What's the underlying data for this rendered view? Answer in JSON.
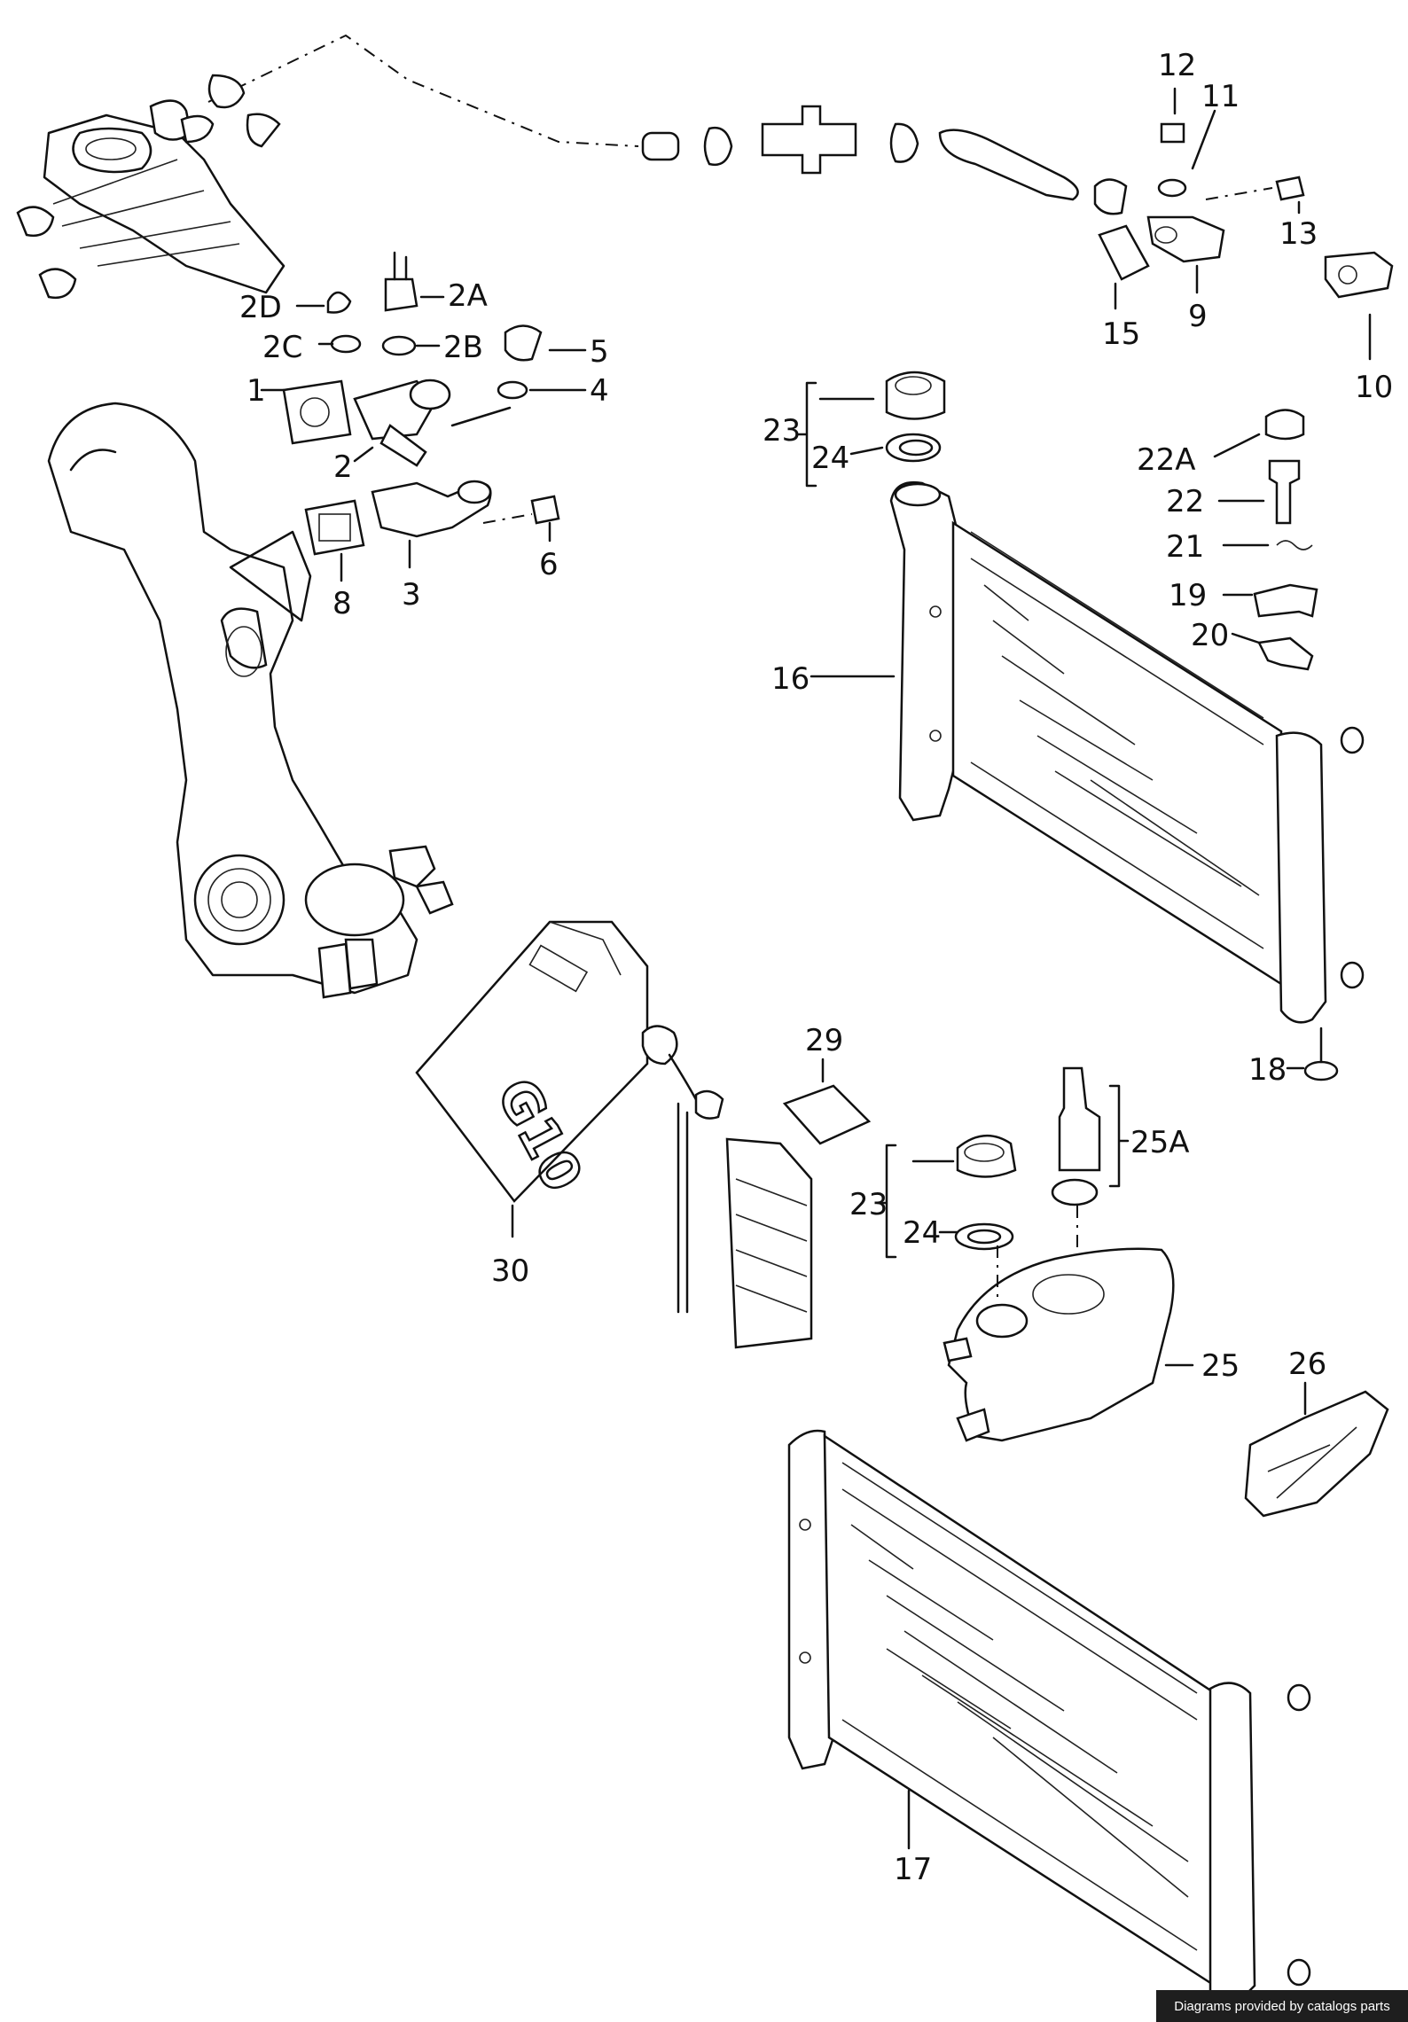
{
  "callouts": {
    "c1": "1",
    "c2": "2",
    "c2a": "2A",
    "c2b": "2B",
    "c2c": "2C",
    "c2d": "2D",
    "c3": "3",
    "c4": "4",
    "c5": "5",
    "c6": "6",
    "c8": "8",
    "c9": "9",
    "c10": "10",
    "c11": "11",
    "c12": "12",
    "c13": "13",
    "c15": "15",
    "c16": "16",
    "c17": "17",
    "c18": "18",
    "c19": "19",
    "c20": "20",
    "c21": "21",
    "c22": "22",
    "c22a": "22A",
    "c23a": "23",
    "c23b": "23",
    "c24a": "24",
    "c24b": "24",
    "c25": "25",
    "c25a": "25A",
    "c26": "26",
    "c29": "29",
    "c30": "30"
  },
  "container_text": "G10",
  "credit": "Diagrams provided by catalogs parts"
}
